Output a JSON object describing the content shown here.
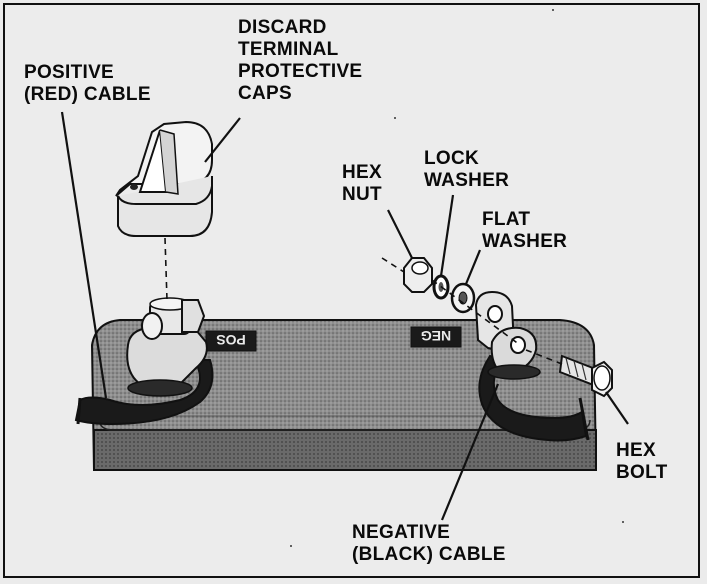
{
  "labels": {
    "discard_caps": [
      "DISCARD",
      "TERMINAL",
      "PROTECTIVE",
      "CAPS"
    ],
    "positive_cable": [
      "POSITIVE",
      "(RED) CABLE"
    ],
    "hex_nut": [
      "HEX",
      "NUT"
    ],
    "lock_washer": [
      "LOCK",
      "WASHER"
    ],
    "flat_washer": [
      "FLAT",
      "WASHER"
    ],
    "hex_bolt": [
      "HEX",
      "BOLT"
    ],
    "negative_cable": [
      "NEGATIVE",
      "(BLACK) CABLE"
    ]
  },
  "battery_marks": {
    "pos": "POS",
    "neg": "NEG"
  },
  "colors": {
    "ink": "#0a0a0a",
    "battery_top": "#8c8c8c",
    "battery_side": "#6e6e6e",
    "cable": "#1a1a1a",
    "background": "#ececec"
  }
}
